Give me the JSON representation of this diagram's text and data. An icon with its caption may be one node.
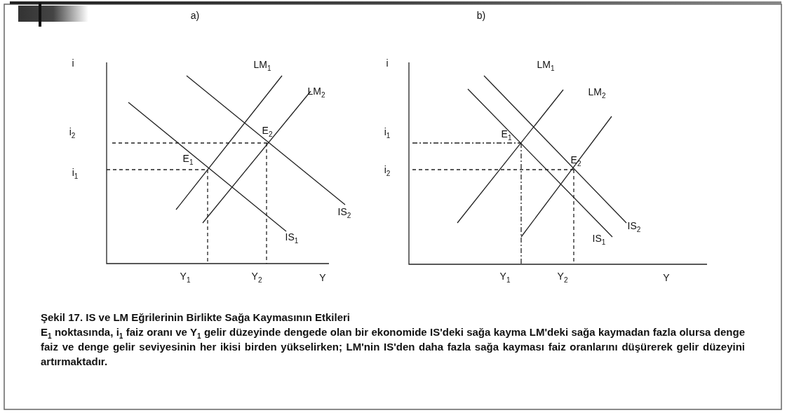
{
  "diagram": {
    "title": "Şekil 17. IS ve LM Eğrilerinin Birlikte Sağa Kaymasının Etkileri",
    "caption": "E$_{1}$ noktasında, i$_{1}$ faiz oranı ve Y$_{1}$ gelir düzeyinde dengede olan bir ekonomide IS'deki sağa kayma LM'deki sağa kaymadan fazla olursa denge faiz ve denge gelir seviyesinin her ikisi birden yükselirken; LM'nin IS'den daha fazla sağa kayması faiz oranlarını düşürerek gelir düzeyini artırmaktadır.",
    "labels": [
      "a)",
      "b)",
      "i",
      "LM$_{1}$",
      "LM$_{2}$",
      "i$_{2}$",
      "E$_{2}$",
      "E$_{1}$",
      "i$_{1}$",
      "IS$_{2}$",
      "IS$_{1}$",
      "Y$_{1}$",
      "Y$_{2}$",
      "Y",
      "i",
      "LM$_{1}$",
      "LM$_{2}$",
      "i$_{1}$",
      "E$_{1}$",
      "E$_{2}$",
      "i$_{2}$",
      "IS$_{2}$",
      "IS$_{1}$",
      "Y$_{1}$",
      "Y$_{2}$",
      "Y"
    ]
  }
}
